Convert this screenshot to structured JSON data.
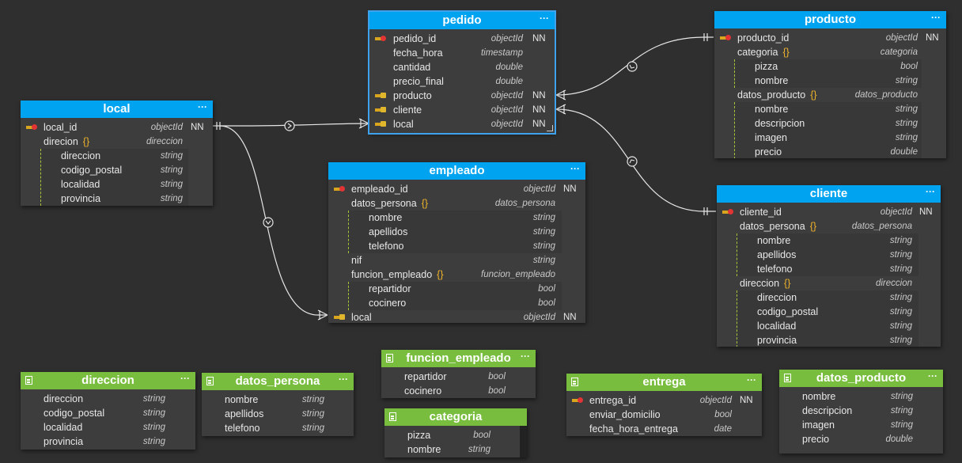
{
  "entities": {
    "pedido": {
      "title": "pedido",
      "menu": "···",
      "fields": [
        {
          "name": "pedido_id",
          "type": "objectId",
          "nn": "NN"
        },
        {
          "name": "fecha_hora",
          "type": "timestamp"
        },
        {
          "name": "cantidad",
          "type": "double"
        },
        {
          "name": "precio_final",
          "type": "double"
        },
        {
          "name": "producto",
          "type": "objectId",
          "nn": "NN"
        },
        {
          "name": "cliente",
          "type": "objectId",
          "nn": "NN"
        },
        {
          "name": "local",
          "type": "objectId",
          "nn": "NN"
        }
      ]
    },
    "producto": {
      "title": "producto",
      "menu": "···",
      "fields": [
        {
          "name": "producto_id",
          "type": "objectId",
          "nn": "NN"
        },
        {
          "name": "categoria",
          "braces": "{}",
          "type": "categoria"
        },
        {
          "name": "pizza",
          "type": "bool"
        },
        {
          "name": "nombre",
          "type": "string"
        },
        {
          "name": "datos_producto",
          "braces": "{}",
          "type": "datos_producto"
        },
        {
          "name": "nombre",
          "type": "string"
        },
        {
          "name": "descripcion",
          "type": "string"
        },
        {
          "name": "imagen",
          "type": "string"
        },
        {
          "name": "precio",
          "type": "double"
        }
      ]
    },
    "local": {
      "title": "local",
      "menu": "···",
      "fields": [
        {
          "name": "local_id",
          "type": "objectId",
          "nn": "NN"
        },
        {
          "name": "direcion",
          "braces": "{}",
          "type": "direccion"
        },
        {
          "name": "direccion",
          "type": "string"
        },
        {
          "name": "codigo_postal",
          "type": "string"
        },
        {
          "name": "localidad",
          "type": "string"
        },
        {
          "name": "provincia",
          "type": "string"
        }
      ]
    },
    "empleado": {
      "title": "empleado",
      "menu": "···",
      "fields": [
        {
          "name": "empleado_id",
          "type": "objectId",
          "nn": "NN"
        },
        {
          "name": "datos_persona",
          "braces": "{}",
          "type": "datos_persona"
        },
        {
          "name": "nombre",
          "type": "string"
        },
        {
          "name": "apellidos",
          "type": "string"
        },
        {
          "name": "telefono",
          "type": "string"
        },
        {
          "name": "nif",
          "type": "string"
        },
        {
          "name": "funcion_empleado",
          "braces": "{}",
          "type": "funcion_empleado"
        },
        {
          "name": "repartidor",
          "type": "bool"
        },
        {
          "name": "cocinero",
          "type": "bool"
        },
        {
          "name": "local",
          "type": "objectId",
          "nn": "NN"
        }
      ]
    },
    "cliente": {
      "title": "cliente",
      "menu": "···",
      "fields": [
        {
          "name": "cliente_id",
          "type": "objectId",
          "nn": "NN"
        },
        {
          "name": "datos_persona",
          "braces": "{}",
          "type": "datos_persona"
        },
        {
          "name": "nombre",
          "type": "string"
        },
        {
          "name": "apellidos",
          "type": "string"
        },
        {
          "name": "telefono",
          "type": "string"
        },
        {
          "name": "direccion",
          "braces": "{}",
          "type": "direccion"
        },
        {
          "name": "direccion",
          "type": "string"
        },
        {
          "name": "codigo_postal",
          "type": "string"
        },
        {
          "name": "localidad",
          "type": "string"
        },
        {
          "name": "provincia",
          "type": "string"
        }
      ]
    },
    "direccion": {
      "title": "direccion",
      "menu": "···",
      "fields": [
        {
          "name": "direccion",
          "type": "string"
        },
        {
          "name": "codigo_postal",
          "type": "string"
        },
        {
          "name": "localidad",
          "type": "string"
        },
        {
          "name": "provincia",
          "type": "string"
        }
      ]
    },
    "datos_persona": {
      "title": "datos_persona",
      "menu": "···",
      "fields": [
        {
          "name": "nombre",
          "type": "string"
        },
        {
          "name": "apellidos",
          "type": "string"
        },
        {
          "name": "telefono",
          "type": "string"
        }
      ]
    },
    "funcion_empleado": {
      "title": "funcion_empleado",
      "menu": "···",
      "fields": [
        {
          "name": "repartidor",
          "type": "bool"
        },
        {
          "name": "cocinero",
          "type": "bool"
        }
      ]
    },
    "categoria": {
      "title": "categoria",
      "fields": [
        {
          "name": "pizza",
          "type": "bool"
        },
        {
          "name": "nombre",
          "type": "string"
        }
      ]
    },
    "entrega": {
      "title": "entrega",
      "menu": "···",
      "fields": [
        {
          "name": "entrega_id",
          "type": "objectId",
          "nn": "NN"
        },
        {
          "name": "enviar_domicilio",
          "type": "bool"
        },
        {
          "name": "fecha_hora_entrega",
          "type": "date"
        }
      ]
    },
    "datos_producto": {
      "title": "datos_producto",
      "menu": "···",
      "fields": [
        {
          "name": "nombre",
          "type": "string"
        },
        {
          "name": "descripcion",
          "type": "string"
        },
        {
          "name": "imagen",
          "type": "string"
        },
        {
          "name": "precio",
          "type": "double"
        }
      ]
    }
  }
}
